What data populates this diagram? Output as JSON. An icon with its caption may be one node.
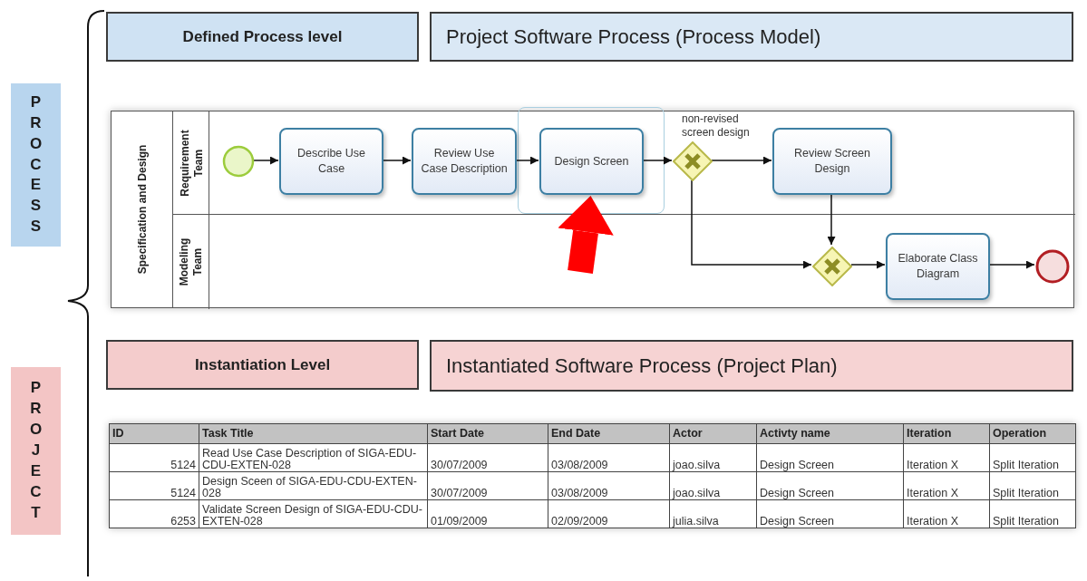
{
  "diagram": {
    "nodes": [
      {
        "text": [
          "Defined Process level"
        ]
      },
      {
        "text": [
          "Project Software Process (Process Model)"
        ]
      },
      {
        "text": [
          "PROCESS"
        ]
      },
      {
        "text": [
          "Specification and Design"
        ]
      },
      {
        "text": [
          "Requirement Team"
        ],
        "in": 3
      },
      {
        "text": [
          "Modeling Team"
        ],
        "in": 3
      },
      {
        "text": [],
        "shape": "circle",
        "in": 4
      },
      {
        "text": [
          "Describe Use Case"
        ],
        "in": 4
      },
      {
        "text": [
          "Review Use Case Description"
        ],
        "in": 4
      },
      {
        "text": [
          "Design Screen"
        ],
        "in": 4
      },
      {
        "text": [],
        "shape": "diamond",
        "in": 4
      },
      {
        "text": [
          "Review Screen Design"
        ],
        "in": 4
      },
      {
        "text": [],
        "shape": "diamond",
        "in": 5
      },
      {
        "text": [
          "Elaborate Class Diagram"
        ],
        "in": 5
      },
      {
        "text": [],
        "shape": "circle",
        "in": 5
      },
      {
        "text": [
          "Instantiation Level"
        ]
      },
      {
        "text": [
          "Instantiated Software Process (Project Plan)"
        ]
      },
      {
        "text": [
          "PROJECT"
        ]
      }
    ],
    "edges": [
      {
        "from": 6,
        "to": 7,
        "arrow": "to"
      },
      {
        "from": 7,
        "to": 8,
        "arrow": "to"
      },
      {
        "from": 8,
        "to": 9,
        "arrow": "to"
      },
      {
        "from": 9,
        "to": 10,
        "arrow": "to"
      },
      {
        "from": 10,
        "to": 11,
        "arrow": "to",
        "label": "non-revised screen design"
      },
      {
        "from": 11,
        "to": 12,
        "arrow": "to"
      },
      {
        "from": 10,
        "to": 12,
        "arrow": "to"
      },
      {
        "from": 12,
        "to": 13,
        "arrow": "to"
      },
      {
        "from": 13,
        "to": 14,
        "arrow": "to"
      },
      {
        "from": null,
        "to": 9,
        "arrow": "to",
        "style": "thick",
        "color": "#ff0000"
      }
    ],
    "labels": [
      "ID",
      "Task Title",
      "Start Date",
      "End Date",
      "Actor",
      "Activty name",
      "Iteration",
      "Operation",
      "5124",
      "Read Use Case Description of SIGA-EDU-CDU-EXTEN-028",
      "30/07/2009",
      "03/08/2009",
      "joao.silva",
      "Design Screen",
      "Iteration X",
      "Split Iteration",
      "5124",
      "Design Sceen of SIGA-EDU-CDU-EXTEN-028",
      "30/07/2009",
      "03/08/2009",
      "joao.silva",
      "Design Screen",
      "Iteration X",
      "Split Iteration",
      "6253",
      "Validate Screen Design of SIGA-EDU-CDU-EXTEN-028",
      "01/09/2009",
      "02/09/2009",
      "julia.silva",
      "Design Screen",
      "Iteration X",
      "Split Iteration"
    ]
  }
}
